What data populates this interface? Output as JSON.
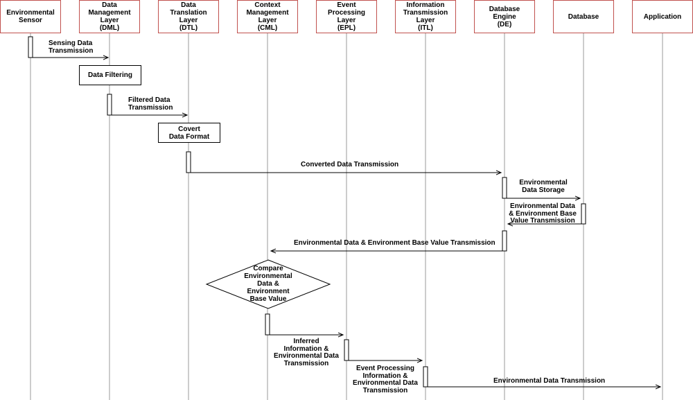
{
  "participants": [
    {
      "id": "sensor",
      "label": "Environmental\nSensor"
    },
    {
      "id": "dml",
      "label": "Data\nManagement\nLayer\n(DML)"
    },
    {
      "id": "dtl",
      "label": "Data\nTranslation\nLayer\n(DTL)"
    },
    {
      "id": "cml",
      "label": "Context\nManagement\nLayer\n(CML)"
    },
    {
      "id": "epl",
      "label": "Event\nProcessing\nLayer\n(EPL)"
    },
    {
      "id": "itl",
      "label": "Information\nTransmission\nLayer\n(ITL)"
    },
    {
      "id": "de",
      "label": "Database\nEngine\n(DE)"
    },
    {
      "id": "db",
      "label": "Database"
    },
    {
      "id": "app",
      "label": "Application"
    }
  ],
  "process_boxes": [
    {
      "id": "filter",
      "label": "Data Filtering"
    },
    {
      "id": "convert",
      "label": "Covert\nData Format"
    }
  ],
  "decision": {
    "label": "Compare\nEnvironmental\nData &\nEnvironment\nBase Value"
  },
  "messages": [
    {
      "id": "m1",
      "from": "sensor",
      "to": "dml",
      "label": "Sensing Data\nTransmission"
    },
    {
      "id": "m2",
      "from": "dml",
      "to": "dtl",
      "label": "Filtered Data\nTransmission"
    },
    {
      "id": "m3",
      "from": "dtl",
      "to": "de",
      "label": "Converted Data Transmission"
    },
    {
      "id": "m4",
      "from": "de",
      "to": "db",
      "label": "Environmental\nData Storage"
    },
    {
      "id": "m5",
      "from": "db",
      "to": "de",
      "label": "Environmental Data\n& Environment  Base\nValue Transmission"
    },
    {
      "id": "m6",
      "from": "de",
      "to": "cml",
      "label": "Environmental Data &  Environment  Base Value Transmission"
    },
    {
      "id": "m7",
      "from": "cml",
      "to": "epl",
      "label": "Inferred\nInformation &\nEnvironmental Data\nTransmission"
    },
    {
      "id": "m8",
      "from": "epl",
      "to": "itl",
      "label": "Event Processing\nInformation &\nEnvironmental Data\nTransmission"
    },
    {
      "id": "m9",
      "from": "itl",
      "to": "app",
      "label": "Environmental Data  Transmission"
    }
  ],
  "colors": {
    "header_border": "#c0504d",
    "lifeline": "#9a9a9a",
    "line": "#000000"
  }
}
